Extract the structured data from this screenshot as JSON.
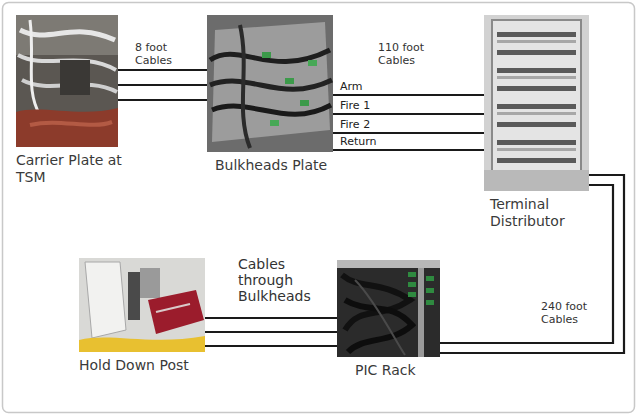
{
  "diagram": {
    "nodes": [
      {
        "text": [
          "Carrier Plate at TSM"
        ]
      },
      {
        "text": [
          "Bulkheads Plate"
        ]
      },
      {
        "text": [
          "Terminal Distributor"
        ]
      },
      {
        "text": [
          "Hold Down Post"
        ]
      },
      {
        "text": [
          "PIC Rack"
        ]
      }
    ],
    "edges": [
      {
        "from": 0,
        "to": 1,
        "arrow": "none"
      },
      {
        "from": 0,
        "to": 1,
        "arrow": "none"
      },
      {
        "from": 0,
        "to": 1,
        "arrow": "none"
      },
      {
        "from": 1,
        "to": 2,
        "label": "Arm",
        "arrow": "none"
      },
      {
        "from": 1,
        "to": 2,
        "label": "Fire 1",
        "arrow": "none"
      },
      {
        "from": 1,
        "to": 2,
        "label": "Fire 2",
        "arrow": "none"
      },
      {
        "from": 1,
        "to": 2,
        "label": "Return",
        "arrow": "none"
      },
      {
        "from": 2,
        "to": 4,
        "arrow": "none"
      },
      {
        "from": 2,
        "to": 4,
        "arrow": "none"
      },
      {
        "from": 4,
        "to": 3,
        "arrow": "none"
      },
      {
        "from": 4,
        "to": 3,
        "arrow": "none"
      },
      {
        "from": 4,
        "to": 3,
        "arrow": "none"
      }
    ],
    "labels": [
      "8 foot Cables",
      "110 foot Cables",
      "240 foot Cables",
      "Cables through Bulkheads"
    ]
  }
}
